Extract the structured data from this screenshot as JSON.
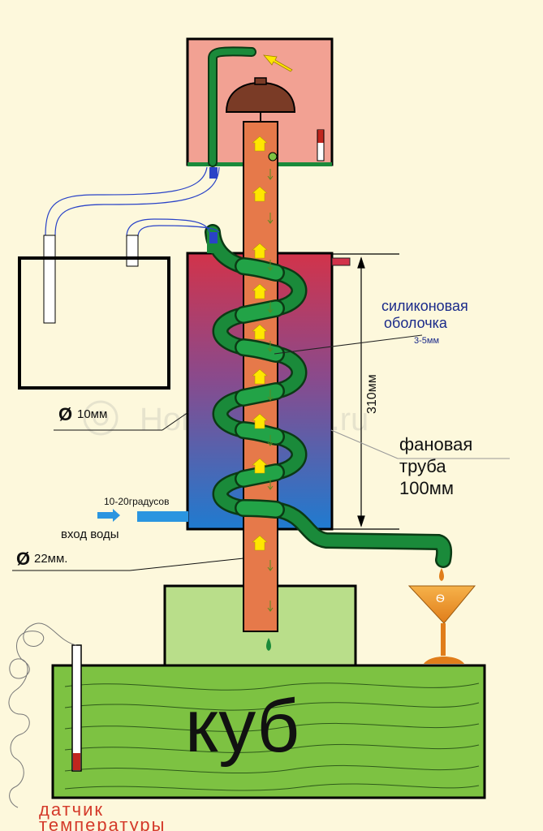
{
  "labels": {
    "silicone_shell": "силиконовая",
    "silicone_shell_2": "оболочка",
    "silicone_thickness": "3-5мм",
    "height": "310мм",
    "pipe_name": "фановая",
    "pipe_name_2": "труба",
    "pipe_size": "100мм",
    "hose_diameter": "10мм",
    "water_temp": "10-20градусов",
    "water_inlet": "вход воды",
    "pipe_diameter": "22мм.",
    "cube": "куб",
    "sensor": "датчик",
    "sensor_2": "температуры",
    "watermark": "HomeDistiller.ru",
    "glass_logo": "Ѳ",
    "diameter_symbol": "Ø"
  },
  "colors": {
    "background": "#fdf8dc",
    "cube_green": "#7dc242",
    "neck_green": "#b9de8a",
    "top_box": "#f2a193",
    "pipe_orange": "#e6794a",
    "coil_green": "#1a8a3a",
    "arrow_yellow": "#ffe600",
    "jacket_top": "#d2334a",
    "jacket_bottom": "#1f7bd0",
    "hose_blue": "#2a43c7",
    "water_arrow": "#2a95e0",
    "sensor_text": "#d43a2a",
    "glass": "#f29a2e"
  },
  "icons": {
    "top_arrow": "diagonal-arrow-icon",
    "vapor_arrows": "up-arrow-icon",
    "water_arrow": "right-arrow-icon",
    "drip": "droplet-icon",
    "thermometer": "thermometer-icon",
    "cap": "mushroom-cap-icon",
    "glass": "cocktail-glass-icon"
  }
}
